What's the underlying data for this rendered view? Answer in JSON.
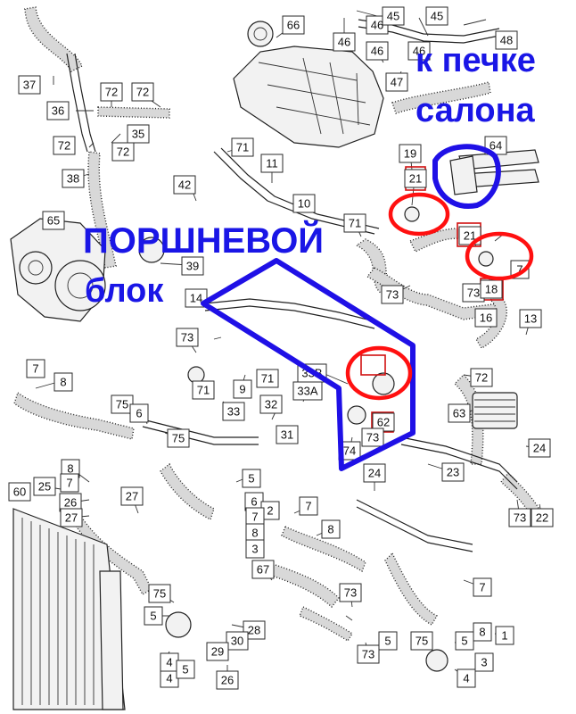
{
  "annotations": {
    "heater_label_line1": "к печке",
    "heater_label_line2": "салона",
    "piston_label_line1": "ПОРШНЕВОЙ",
    "piston_label_line2": "блок",
    "blue_color": "#1f10e6",
    "red_color": "#ff1010"
  },
  "part_labels": {
    "p66": "66",
    "p46a": "46",
    "p46b": "46",
    "p45a": "45",
    "p45b": "45",
    "p48": "48",
    "p46c": "46",
    "p46d": "46",
    "p47": "47",
    "p37": "37",
    "p72a": "72",
    "p72b": "72",
    "p36": "36",
    "p35": "35",
    "p72c": "72",
    "p72d": "72",
    "p71a": "71",
    "p11": "11",
    "p19": "19",
    "p64": "64",
    "p38": "38",
    "p42": "42",
    "p21a": "21",
    "p10": "10",
    "p65": "65",
    "p71b": "71",
    "p21b": "21",
    "p39": "39",
    "p7a": "7",
    "p73a": "73",
    "p73b": "73",
    "p18": "18",
    "p14": "14",
    "p16": "16",
    "p13": "13",
    "p73c": "73",
    "p7b": "7",
    "p8a": "8",
    "p33B": "33B",
    "p72e": "72",
    "p71c": "71",
    "p9": "9",
    "p71d": "71",
    "p33A": "33A",
    "p75a": "75",
    "p6a": "6",
    "p33": "33",
    "p32": "32",
    "p62": "62",
    "p73d": "73",
    "p74": "74",
    "p63": "63",
    "p31": "31",
    "p75b": "75",
    "p25": "25",
    "p8b": "8",
    "p7c": "7",
    "p26a": "26",
    "p27a": "27",
    "p27b": "27",
    "p60": "60",
    "p5a": "5",
    "p6b": "6",
    "p2": "2",
    "p7d": "7",
    "p8c": "8",
    "p24a": "24",
    "p23": "23",
    "p24b": "24",
    "p73e": "73",
    "p22": "22",
    "p7e": "7",
    "p8d": "8",
    "p3": "3",
    "p67": "67",
    "p73f": "73",
    "p7f": "7",
    "p75c": "75",
    "p28": "28",
    "p30": "30",
    "p5b": "5",
    "p29": "29",
    "p4a": "4",
    "p26b": "26",
    "p73g": "73",
    "p5c": "5",
    "p75d": "75",
    "p5d": "5",
    "p8e": "8",
    "p1": "1",
    "p3b": "3",
    "p4b": "4",
    "p4c": "4",
    "p5e": "5"
  }
}
